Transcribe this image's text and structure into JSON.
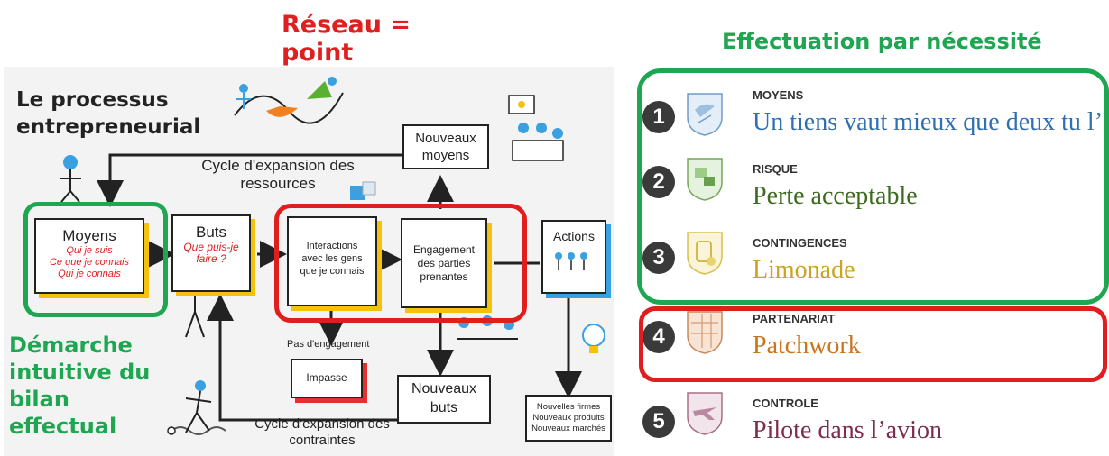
{
  "headings": {
    "reseau": "Réseau = point d’achoppement",
    "effectuation": "Effectuation par nécessité"
  },
  "diagram": {
    "title_line1": "Le processus",
    "title_line2": "entrepreneurial",
    "moyens": {
      "label": "Moyens",
      "line1": "Qui je suis",
      "line2": "Ce que je connais",
      "line3": "Qui je connais"
    },
    "buts": {
      "label": "Buts",
      "line1": "Que puis-je",
      "line2": "faire ?"
    },
    "interactions": {
      "line1": "Interactions",
      "line2": "avec les gens",
      "line3": "que je connais"
    },
    "engagement": {
      "line1": "Engagement",
      "line2": "des parties",
      "line3": "prenantes"
    },
    "actions": "Actions",
    "nouveaux_moyens": {
      "line1": "Nouveaux",
      "line2": "moyens"
    },
    "cycle_ressources": {
      "line1": "Cycle d'expansion des",
      "line2": "ressources"
    },
    "pas_engagement": "Pas d'engagement",
    "impasse": "Impasse",
    "nouveaux_buts": {
      "line1": "Nouveaux",
      "line2": "buts"
    },
    "nouvelles": {
      "line1": "Nouvelles firmes",
      "line2": "Nouveaux produits",
      "line3": "Nouveaux marchés"
    },
    "cycle_contraintes": {
      "line1": "Cycle d'expansion des",
      "line2": "contraintes"
    }
  },
  "annotation": {
    "line1": "Démarche",
    "line2": "intuitive du",
    "line3": "bilan",
    "line4": "effectual"
  },
  "principles": [
    {
      "number": "1",
      "category": "MOYENS",
      "phrase": "Un tiens vaut mieux que deux tu l’auras",
      "color": "#2f6fb3"
    },
    {
      "number": "2",
      "category": "RISQUE",
      "phrase": "Perte acceptable",
      "color": "#3d6b1f"
    },
    {
      "number": "3",
      "category": "CONTINGENCES",
      "phrase": "Limonade",
      "color": "#c9a521"
    },
    {
      "number": "4",
      "category": "PARTENARIAT",
      "phrase": "Patchwork",
      "color": "#c9741e"
    },
    {
      "number": "5",
      "category": "CONTROLE",
      "phrase": "Pilote dans l’avion",
      "color": "#7b2e4e"
    }
  ],
  "colors": {
    "green": "#1ea650",
    "red": "#e01e1e",
    "yellow": "#f4c20d",
    "blue": "#3aa0e0"
  }
}
